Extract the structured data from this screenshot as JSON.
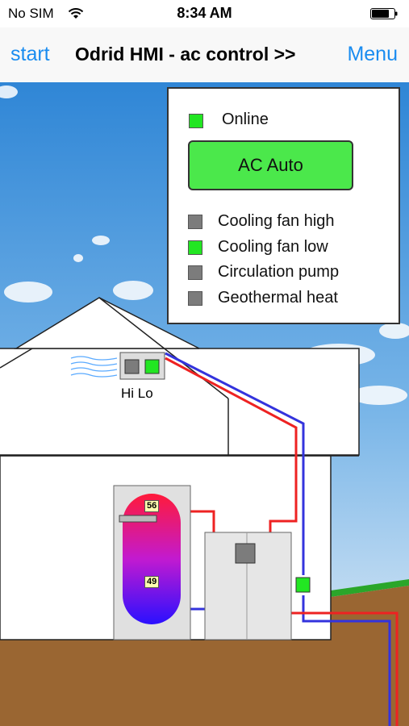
{
  "status_bar": {
    "carrier": "No SIM",
    "time": "8:34 AM"
  },
  "nav": {
    "back_label": "start",
    "title": "Odrid HMI - ac control >>",
    "menu_label": "Menu"
  },
  "panel": {
    "online_label": "Online",
    "online_status": "on",
    "ac_button_label": "AC Auto",
    "indicators": [
      {
        "label": "Cooling fan high",
        "state": "off"
      },
      {
        "label": "Cooling fan low",
        "state": "on"
      },
      {
        "label": "Circulation pump",
        "state": "off"
      },
      {
        "label": "Geothermal heat",
        "state": "off"
      }
    ]
  },
  "house": {
    "fan_unit_label": "Hi Lo",
    "tank_temp_top": "56",
    "tank_temp_bottom": "49"
  },
  "colors": {
    "indicator_on": "#22e622",
    "indicator_off": "#7c7c7c",
    "nav_link": "#1a8cf0",
    "pipe_hot": "#ee2222",
    "pipe_cold": "#3333dd",
    "ground": "#9a6632",
    "grass": "#2aa62a"
  }
}
